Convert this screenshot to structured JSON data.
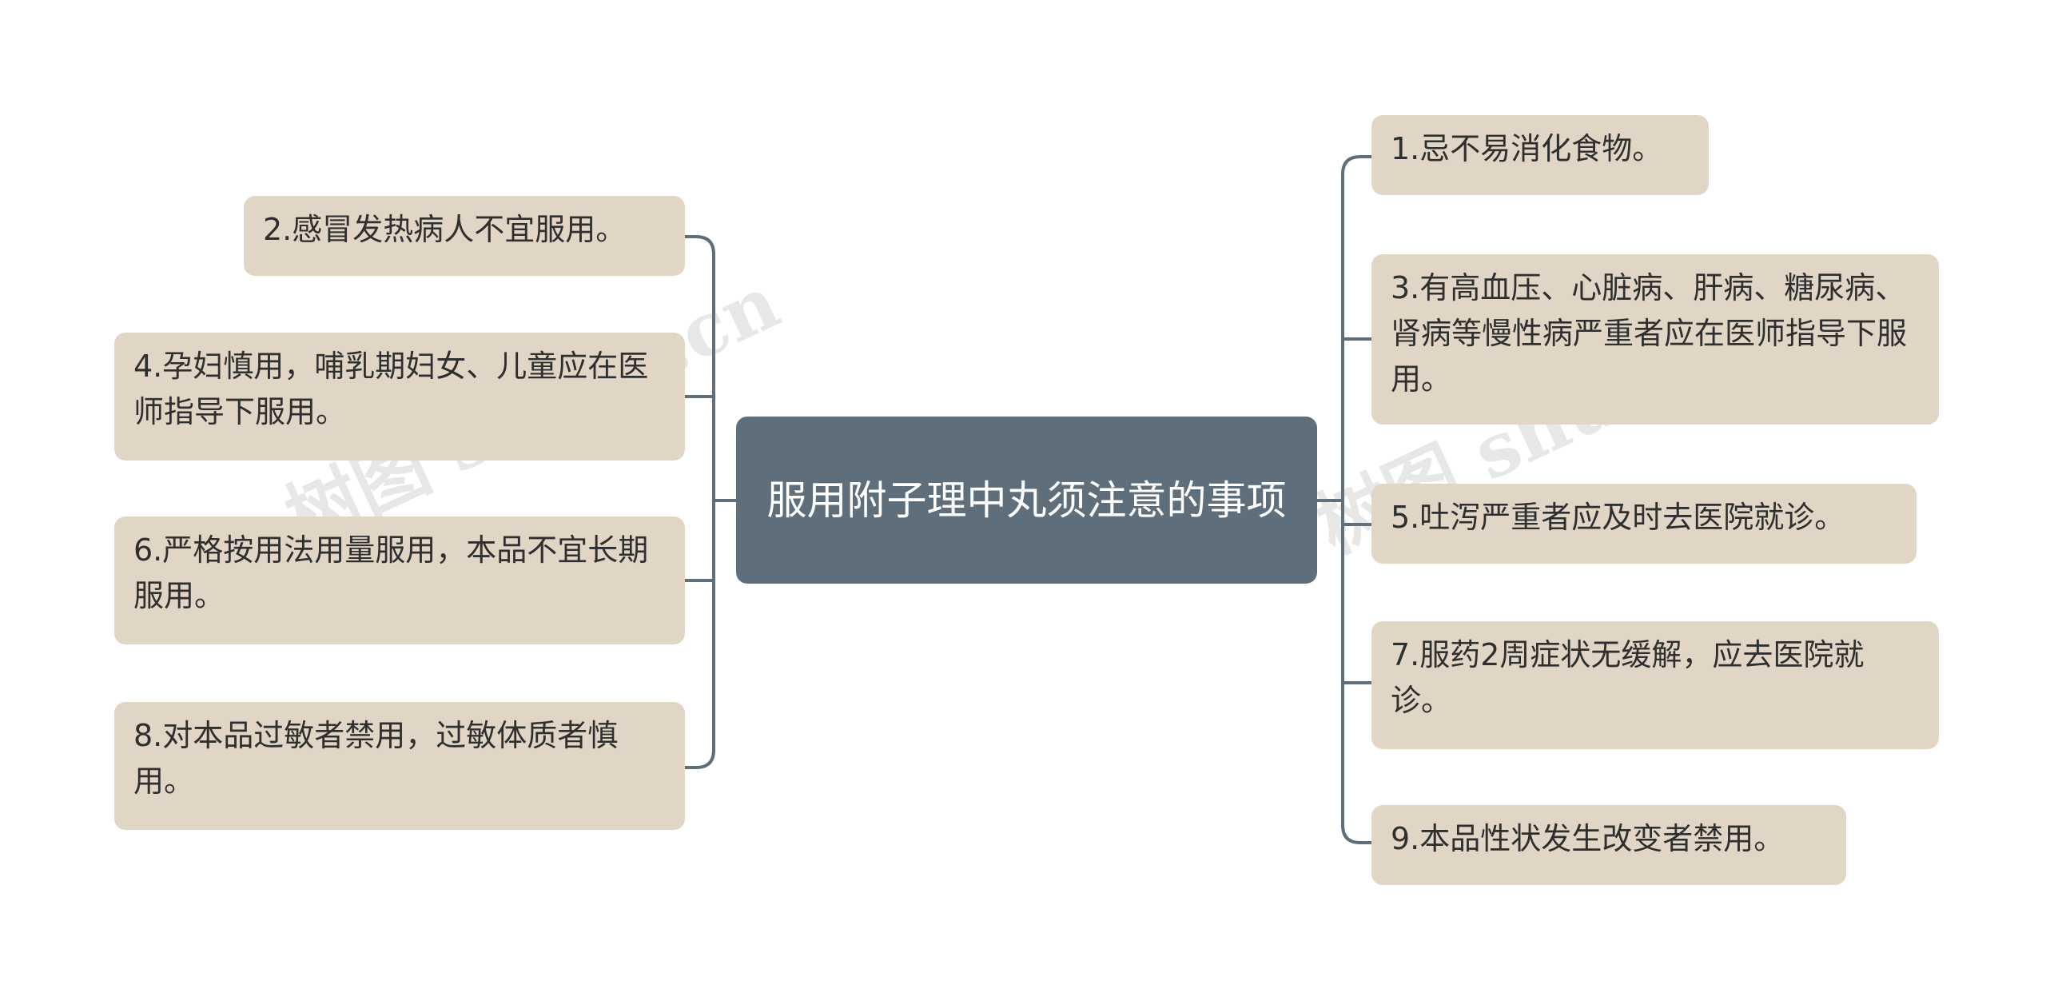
{
  "center": {
    "title": "服用附子理中丸须注意的事项"
  },
  "left_nodes": [
    {
      "text": "2.感冒发热病人不宜服用。"
    },
    {
      "text": "4.孕妇慎用，哺乳期妇女、儿童应在医师指导下服用。"
    },
    {
      "text": "6.严格按用法用量服用，本品不宜长期服用。"
    },
    {
      "text": "8.对本品过敏者禁用，过敏体质者慎用。"
    }
  ],
  "right_nodes": [
    {
      "text": "1.忌不易消化食物。"
    },
    {
      "text": "3.有高血压、心脏病、肝病、糖尿病、肾病等慢性病严重者应在医师指导下服用。"
    },
    {
      "text": "5.吐泻严重者应及时去医院就诊。"
    },
    {
      "text": "7.服药2周症状无缓解，应去医院就诊。"
    },
    {
      "text": "9.本品性状发生改变者禁用。"
    }
  ],
  "watermark": "树图 shutu.cn",
  "colors": {
    "node_bg": "#e1d6c6",
    "center_bg": "#5e6f7b",
    "connector": "#5e6f7b"
  }
}
